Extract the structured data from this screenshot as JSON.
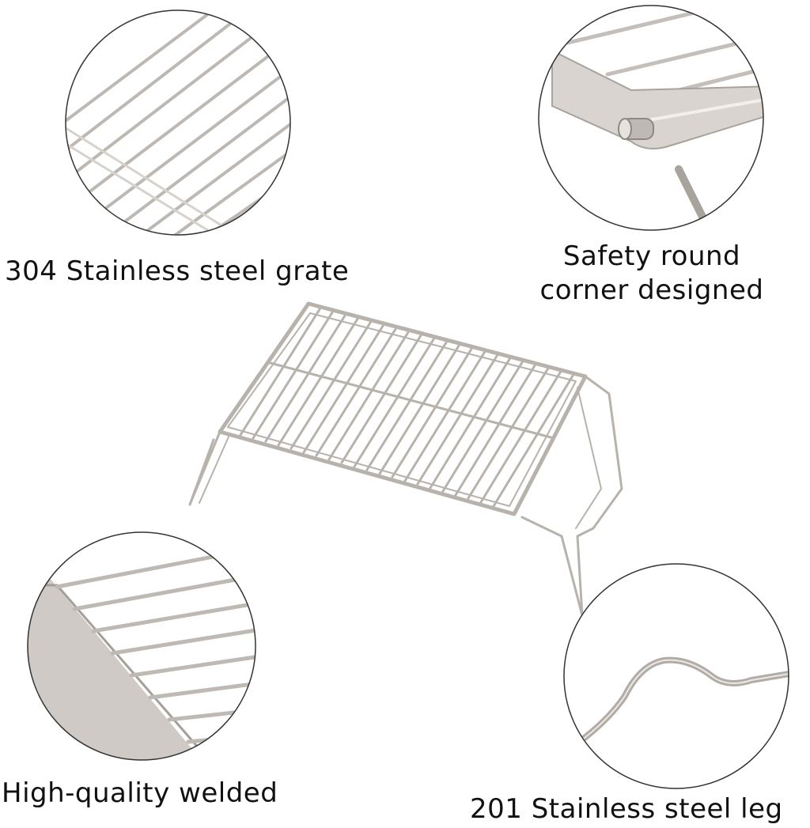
{
  "captions": {
    "grate": "304 Stainless steel grate",
    "corner_line1": "Safety round",
    "corner_line2": "corner designed",
    "welded": "High-quality welded",
    "leg": "201 Stainless steel leg"
  },
  "colors": {
    "background": "#ffffff",
    "steel": "#c9c4bf",
    "steel_dark": "#9e9893",
    "circle_outline": "#333333",
    "text": "#111111"
  }
}
